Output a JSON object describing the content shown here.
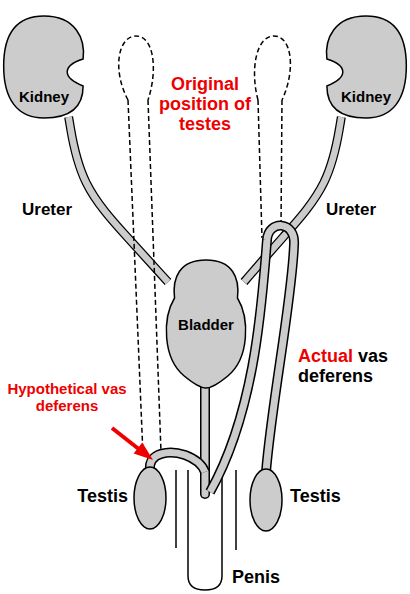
{
  "diagram": {
    "nodes": [
      {
        "text": [
          "Kidney"
        ]
      },
      {
        "text": [
          "Kidney"
        ]
      },
      {
        "text": [
          "Bladder"
        ]
      }
    ],
    "edges": [
      {
        "from": 0,
        "to": 2,
        "arrow": "none",
        "label": "Ureter"
      },
      {
        "from": 1,
        "to": 2,
        "arrow": "none",
        "label": "Ureter"
      }
    ],
    "labels": [
      "Original position of testes",
      "Hypothetical vas deferens",
      "Actual",
      "vas deferens",
      "Testis",
      "Testis",
      "Penis"
    ]
  }
}
